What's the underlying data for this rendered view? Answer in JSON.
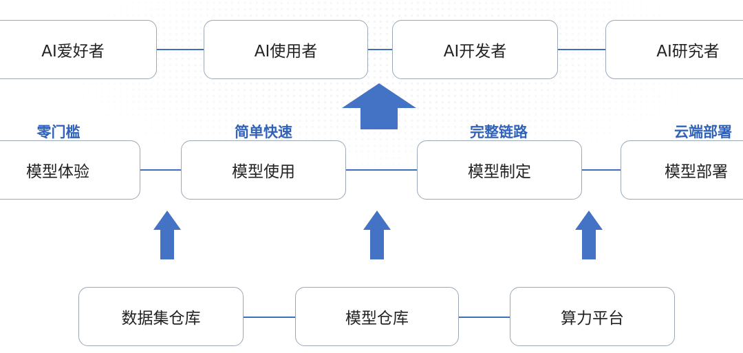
{
  "top_row": [
    "AI爱好者",
    "AI使用者",
    "AI开发者",
    "AI研究者"
  ],
  "middle_tags": [
    "零门槛",
    "简单快速",
    "完整链路",
    "云端部署"
  ],
  "middle_row": [
    "模型体验",
    "模型使用",
    "模型制定",
    "模型部署"
  ],
  "bottom_row": [
    "数据集仓库",
    "模型仓库",
    "算力平台"
  ],
  "colors": {
    "accent": "#3d6fc1",
    "arrow": "#4472c4",
    "tag": "#2f62b8",
    "border": "#9aa7b6"
  }
}
